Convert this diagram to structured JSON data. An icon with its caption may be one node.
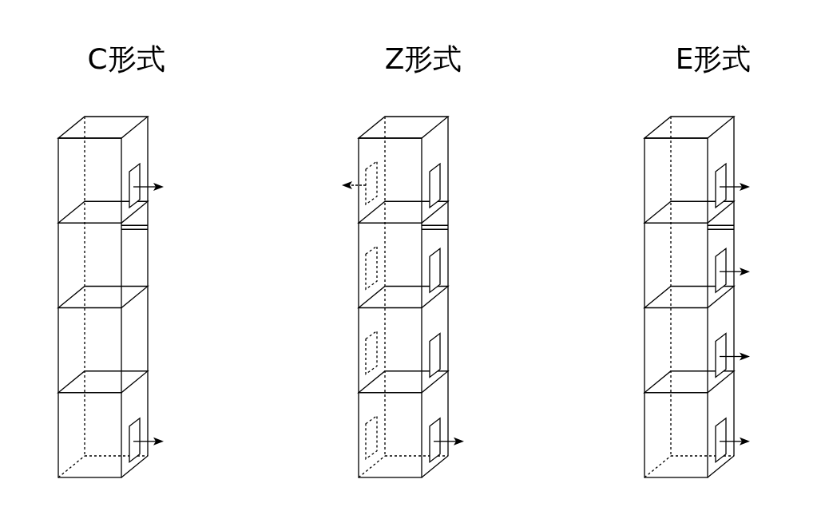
{
  "diagram": {
    "labels": [
      "C形式",
      "Z形式",
      "E形式"
    ]
  }
}
